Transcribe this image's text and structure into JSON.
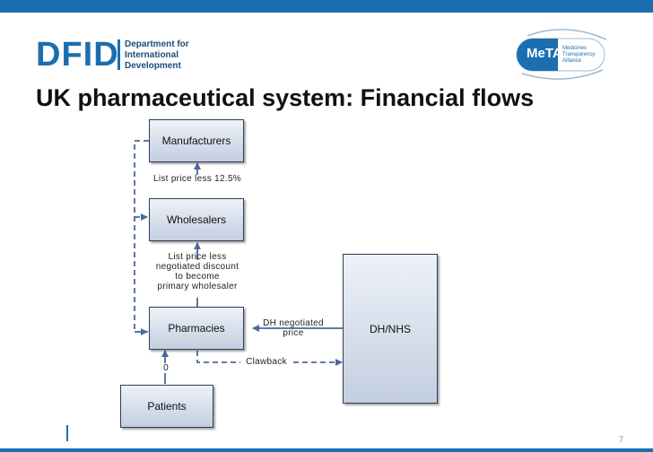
{
  "header": {
    "dfid": {
      "letters": "DFID",
      "lines": [
        "Department for",
        "International",
        "Development"
      ]
    },
    "meta": {
      "name": "MeTA",
      "lines": [
        "Medicines",
        "Transparency",
        "Alliance"
      ]
    }
  },
  "title": "UK pharmaceutical system: Financial flows",
  "diagram": {
    "nodes": {
      "manufacturers": "Manufacturers",
      "wholesalers": "Wholesalers",
      "pharmacies": "Pharmacies",
      "patients": "Patients",
      "dh_nhs": "DH/NHS"
    },
    "edge_labels": {
      "wholesaler_to_manufacturer": "List price less 12.5%",
      "pharmacy_to_wholesaler": [
        "List price less",
        "negotiated discount",
        "to become",
        "primary wholesaler"
      ],
      "dh_to_pharmacy": [
        "DH negotiated",
        "price"
      ],
      "clawback": "Clawback",
      "patient_to_pharmacy": "0"
    }
  },
  "footer": {
    "page_number": "7"
  },
  "colors": {
    "brand_blue": "#1b6fb0",
    "arrow": "#4a6a9a",
    "node_border": "#2d3d57"
  }
}
